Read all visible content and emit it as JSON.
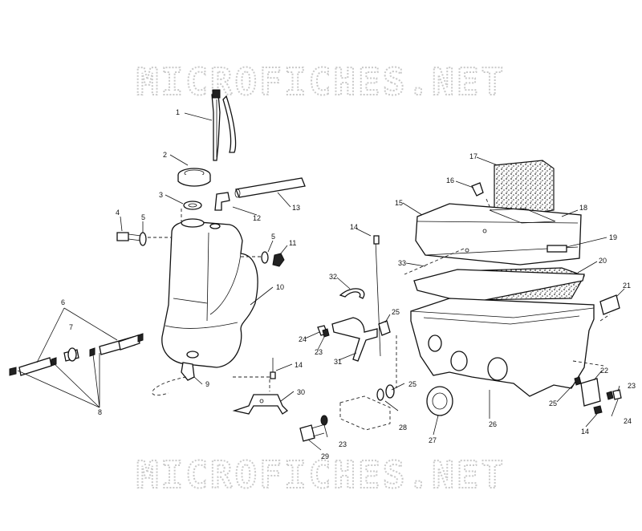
{
  "watermark": {
    "top": "MICROFICHES.NET",
    "bottom": "MICROFICHES.NET"
  },
  "callouts": [
    "1",
    "2",
    "3",
    "4",
    "5",
    "5",
    "6",
    "7",
    "8",
    "9",
    "10",
    "11",
    "12",
    "13",
    "14",
    "14",
    "14",
    "15",
    "16",
    "17",
    "18",
    "19",
    "20",
    "21",
    "22",
    "23",
    "23",
    "23",
    "24",
    "24",
    "25",
    "25",
    "25",
    "26",
    "27",
    "28",
    "29",
    "30",
    "31",
    "32",
    "33"
  ]
}
